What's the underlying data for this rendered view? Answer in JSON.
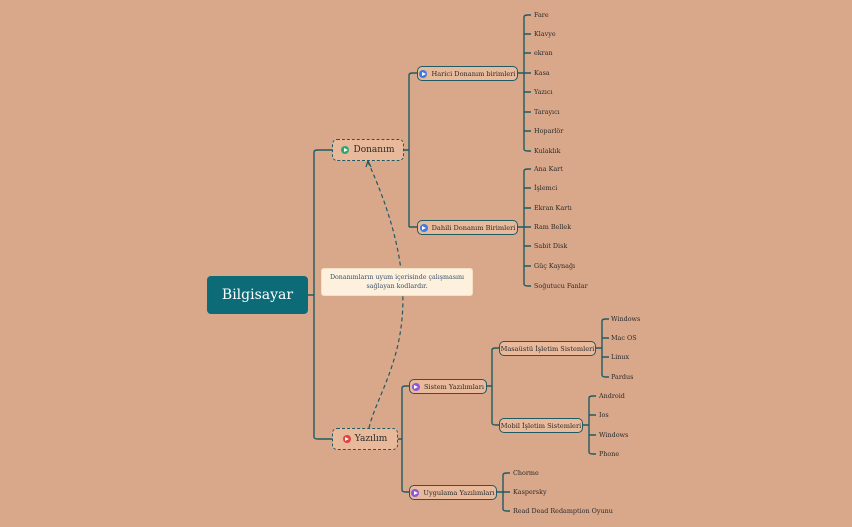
{
  "root": "Bilgisayar",
  "note": "Donanımların uyum içerisinde çalışmasını sağlayan kodlardır.",
  "donanim": {
    "label": "Donanım",
    "harici": {
      "label": "Harici Donanım birimleri",
      "items": [
        "Fare",
        "Klavye",
        "ekran",
        "Kasa",
        "Yazıcı",
        "Tarayıcı",
        "Hoparlör",
        "Kulaklık"
      ]
    },
    "dahili": {
      "label": "Dahili Donanım Birimleri",
      "items": [
        "Ana Kart",
        "İşlemci",
        "Ekran Kartı",
        "Ram Bellek",
        "Sabit Disk",
        "Güç Kaynağı",
        "Soğutucu Fanlar"
      ]
    }
  },
  "yazilim": {
    "label": "Yazılım",
    "sistem": {
      "label": "Sistem Yazılımları",
      "masaustu": {
        "label": "Masaüstü İşletim Sistemleri",
        "items": [
          "Windows",
          "Mac OS",
          "Linux",
          "Pardus"
        ]
      },
      "mobil": {
        "label": "Mobil İşletim Sistemleri",
        "items": [
          "Android",
          "Ios",
          "Windows",
          "Phone"
        ]
      }
    },
    "uygulama": {
      "label": "Uygulama Yazılımları",
      "items": [
        "Chorme",
        "Kaspersky",
        "Read Dead Redamption Oyunu"
      ]
    }
  },
  "colors": {
    "background": "#d9a88a",
    "root": "#0d6b78",
    "line": "#1f5a63",
    "note": "#fdf1dd"
  }
}
